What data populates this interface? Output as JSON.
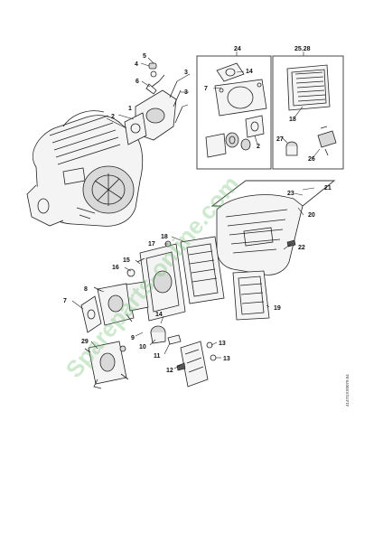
{
  "labels": {
    "l1": "1",
    "l2": "2",
    "l2b": "2",
    "l3a": "3",
    "l3b": "3",
    "l4": "4",
    "l5": "5",
    "l6": "6",
    "l7a": "7",
    "l7b": "7",
    "l8": "8",
    "l9": "9",
    "l10": "10",
    "l11": "11",
    "l12": "12",
    "l13a": "13",
    "l13b": "13",
    "l14a": "14",
    "l14b": "14",
    "l15": "15",
    "l16": "16",
    "l17": "17",
    "l18": "18",
    "l18b": "18",
    "l19": "19",
    "l20": "20",
    "l21": "21",
    "l22": "22",
    "l23": "23",
    "l24": "24",
    "l2528": "25.28",
    "l26": "26",
    "l27": "27",
    "l29": "29"
  },
  "watermark": "Spareparts-online.com",
  "drawing_code": "4147GXX0079.04"
}
